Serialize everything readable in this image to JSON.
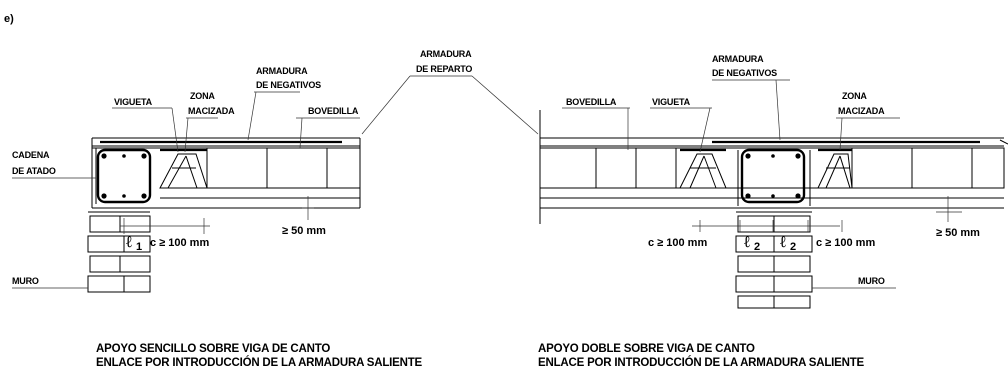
{
  "figure_label": "e)",
  "left": {
    "labels": {
      "cadena_1": "CADENA",
      "cadena_2": "DE ATADO",
      "vigueta": "VIGUETA",
      "zona_1": "ZONA",
      "zona_2": "MACIZADA",
      "armadura_neg_1": "ARMADURA",
      "armadura_neg_2": "DE NEGATIVOS",
      "bovedilla": "BOVEDILLA",
      "muro": "MURO"
    },
    "dims": {
      "l_symbol": "ℓ",
      "l_sub": "1",
      "c_min": "c ≥ 100 mm",
      "min_50": "≥ 50 mm"
    },
    "caption_1": "APOYO SENCILLO SOBRE VIGA DE CANTO",
    "caption_2": "ENLACE POR INTRODUCCIÓN DE LA ARMADURA SALIENTE"
  },
  "center": {
    "armadura_rep_1": "ARMADURA",
    "armadura_rep_2": "DE REPARTO"
  },
  "right": {
    "labels": {
      "bovedilla": "BOVEDILLA",
      "vigueta": "VIGUETA",
      "armadura_neg_1": "ARMADURA",
      "armadura_neg_2": "DE NEGATIVOS",
      "zona_1": "ZONA",
      "zona_2": "MACIZADA",
      "muro": "MURO"
    },
    "dims": {
      "c_min_left": "c ≥ 100 mm",
      "c_min_right": "c ≥ 100 mm",
      "l_symbol": "ℓ",
      "l_sub": "2",
      "min_50": "≥ 50 mm"
    },
    "caption_1": "APOYO DOBLE SOBRE VIGA DE CANTO",
    "caption_2": "ENLACE POR INTRODUCCIÓN DE LA ARMADURA SALIENTE"
  }
}
